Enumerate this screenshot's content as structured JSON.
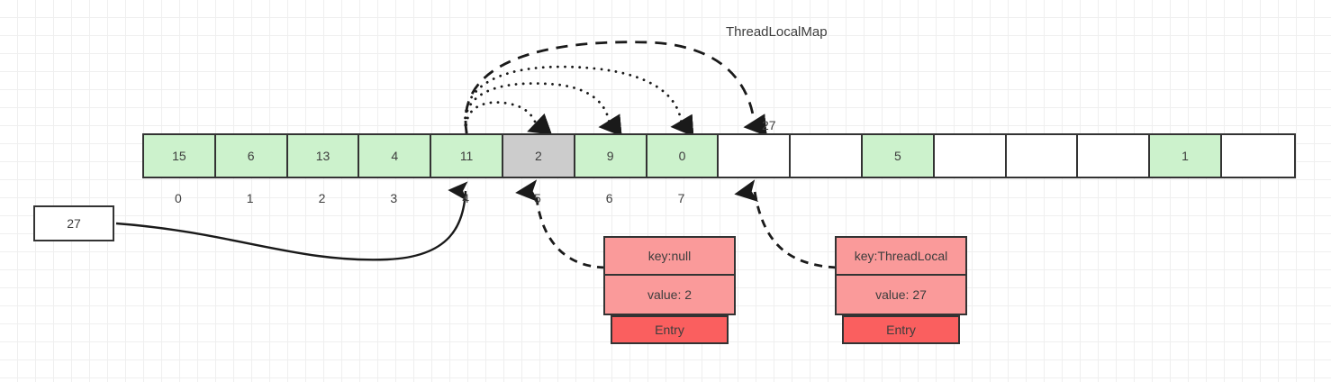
{
  "title": "ThreadLocalMap",
  "array": {
    "cells": [
      {
        "value": "15",
        "fill": "green"
      },
      {
        "value": "6",
        "fill": "green"
      },
      {
        "value": "13",
        "fill": "green"
      },
      {
        "value": "4",
        "fill": "green"
      },
      {
        "value": "11",
        "fill": "green"
      },
      {
        "value": "2",
        "fill": "grey"
      },
      {
        "value": "9",
        "fill": "green"
      },
      {
        "value": "0",
        "fill": "green"
      },
      {
        "value": "",
        "fill": "white"
      },
      {
        "value": "",
        "fill": "white"
      },
      {
        "value": "5",
        "fill": "green"
      },
      {
        "value": "",
        "fill": "white"
      },
      {
        "value": "",
        "fill": "white"
      },
      {
        "value": "",
        "fill": "white"
      },
      {
        "value": "1",
        "fill": "green"
      },
      {
        "value": "",
        "fill": "white"
      }
    ],
    "indices": [
      "0",
      "1",
      "2",
      "3",
      "4",
      "5",
      "6",
      "7"
    ]
  },
  "hash_box": {
    "value": "27"
  },
  "pointer_label": "27",
  "entries": [
    {
      "key": "key:null",
      "value": "value: 2",
      "label": "Entry"
    },
    {
      "key": "key:ThreadLocal",
      "value": "value: 27",
      "label": "Entry"
    }
  ],
  "colors": {
    "cell_green": "#ccf2cc",
    "cell_grey": "#cccccc",
    "entry_kv": "#fa9a9a",
    "entry_label": "#fa5f5f",
    "stroke": "#333333",
    "text": "#3d3d3d"
  }
}
